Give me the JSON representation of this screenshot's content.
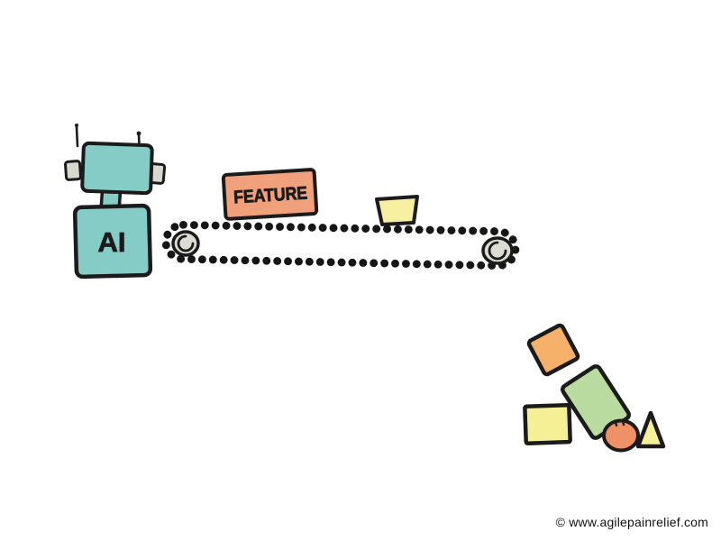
{
  "illustration": {
    "robot": {
      "label": "AI"
    },
    "feature_box": {
      "label": "FEATURE"
    }
  },
  "footer": {
    "copyright": "© www.agilepainrelief.com"
  },
  "colors": {
    "ink": "#1b1b1b",
    "teal": "#85ccc6",
    "salmon": "#f0a17c",
    "pale_yellow": "#f7f0a2",
    "orange": "#f5b169",
    "green": "#b9db9f",
    "pile_yellow": "#f5ef96",
    "coral": "#ef9166",
    "roller_gray": "#dddcd3",
    "ear_gray": "#d8d8d0"
  }
}
